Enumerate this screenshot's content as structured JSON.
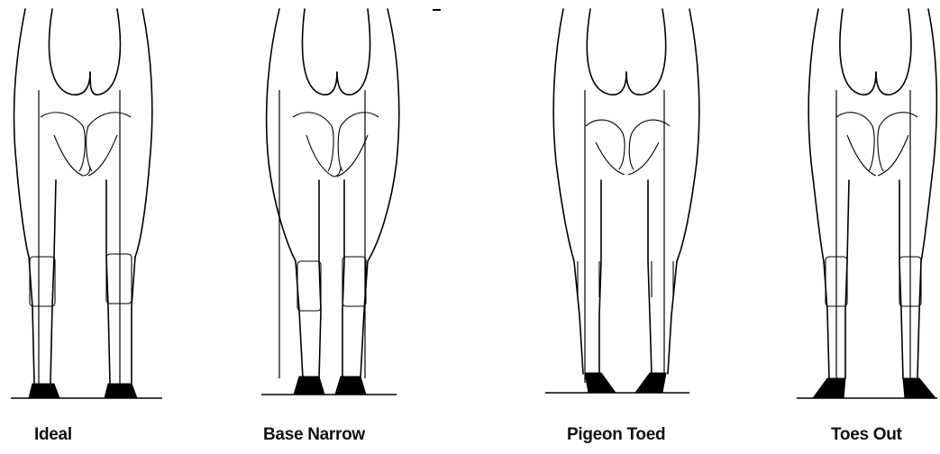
{
  "figures": [
    {
      "id": "ideal",
      "caption": "Ideal",
      "stance": "ideal"
    },
    {
      "id": "base-narrow",
      "caption": "Base Narrow",
      "stance": "base-narrow"
    },
    {
      "id": "pigeon-toed",
      "caption": "Pigeon Toed",
      "stance": "pigeon-toed"
    },
    {
      "id": "toes-out",
      "caption": "Toes Out",
      "stance": "toes-out"
    }
  ]
}
